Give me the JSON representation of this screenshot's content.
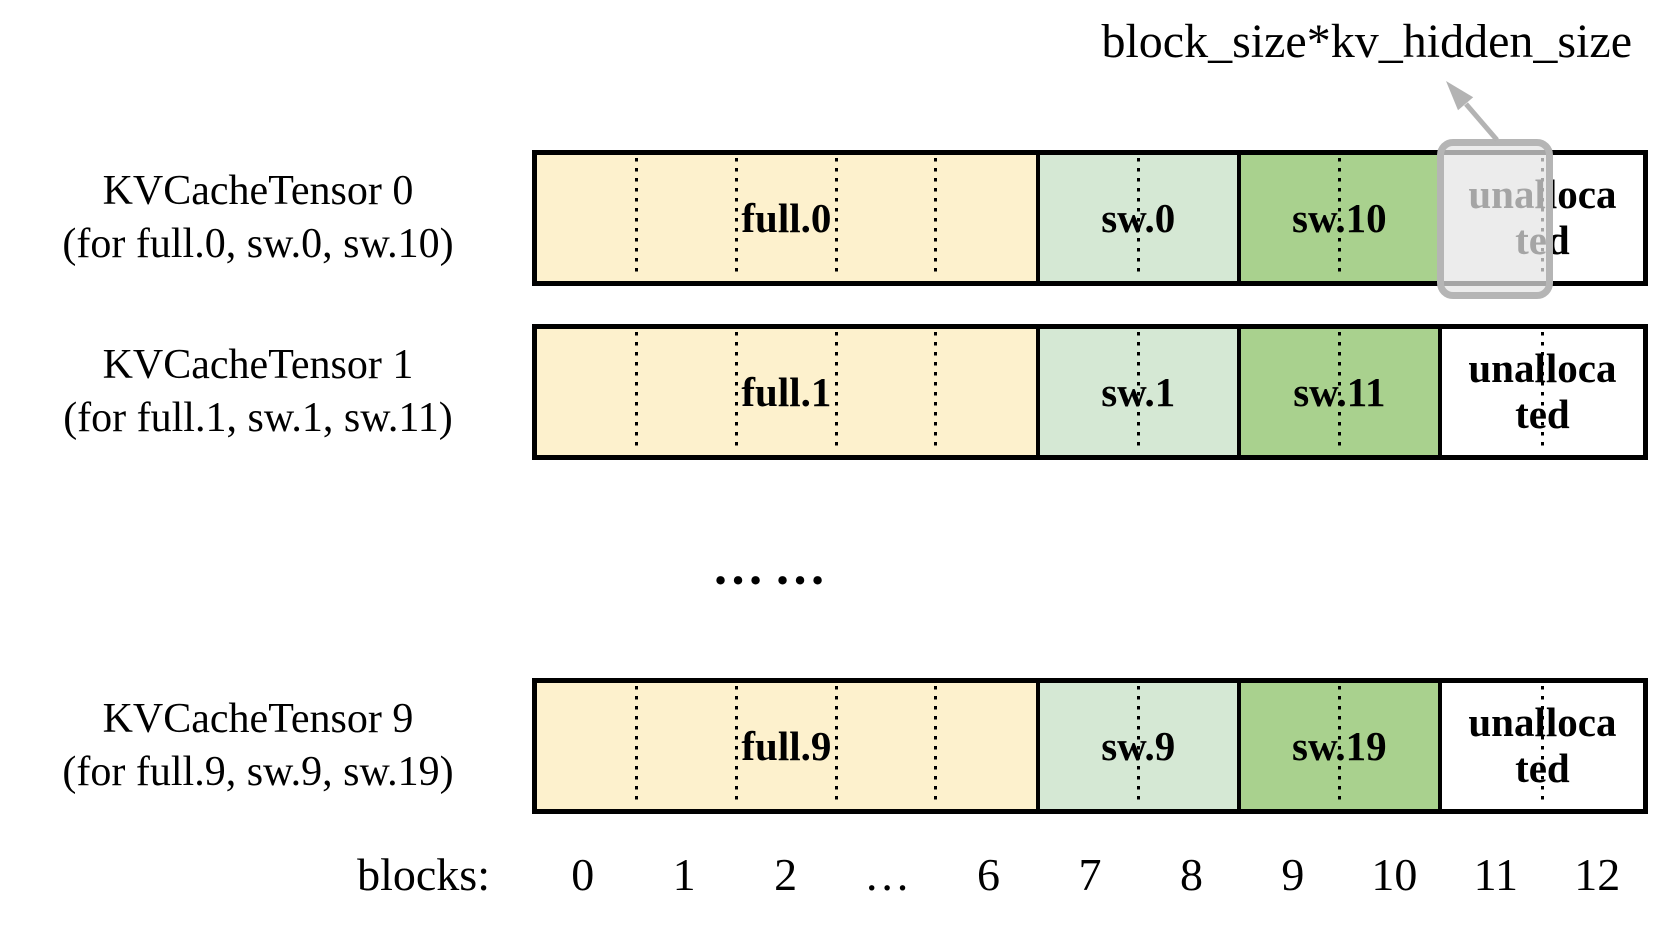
{
  "annotation": {
    "label": "block_size*kv_hidden_size"
  },
  "colors": {
    "full_fill": "#fdf1cd",
    "sw_low_fill": "#d5e8d4",
    "sw_high_fill": "#a9d18e",
    "unallocated_fill": "#ffffff",
    "outline": "#000000",
    "highlight_border": "#b5b5b5",
    "highlight_fill": "rgba(228,228,228,0.72)",
    "arrow": "#b3b3b3"
  },
  "rows": [
    {
      "title": "KVCacheTensor 0",
      "subtitle": "(for full.0, sw.0, sw.10)",
      "highlighted": true,
      "segments": [
        {
          "label": "full.0",
          "cells": 5,
          "color": "full_fill"
        },
        {
          "label": "sw.0",
          "cells": 2,
          "color": "sw_low_fill"
        },
        {
          "label": "sw.10",
          "cells": 2,
          "color": "sw_high_fill"
        },
        {
          "label": "unallocated",
          "cells": 2,
          "color": "unallocated_fill"
        }
      ]
    },
    {
      "title": "KVCacheTensor 1",
      "subtitle": "(for full.1, sw.1, sw.11)",
      "highlighted": false,
      "segments": [
        {
          "label": "full.1",
          "cells": 5,
          "color": "full_fill"
        },
        {
          "label": "sw.1",
          "cells": 2,
          "color": "sw_low_fill"
        },
        {
          "label": "sw.11",
          "cells": 2,
          "color": "sw_high_fill"
        },
        {
          "label": "unallocated",
          "cells": 2,
          "color": "unallocated_fill"
        }
      ]
    },
    {
      "title": "KVCacheTensor 9",
      "subtitle": "(for full.9, sw.9, sw.19)",
      "highlighted": false,
      "segments": [
        {
          "label": "full.9",
          "cells": 5,
          "color": "full_fill"
        },
        {
          "label": "sw.9",
          "cells": 2,
          "color": "sw_low_fill"
        },
        {
          "label": "sw.19",
          "cells": 2,
          "color": "sw_high_fill"
        },
        {
          "label": "unallocated",
          "cells": 2,
          "color": "unallocated_fill"
        }
      ]
    }
  ],
  "ellipsis": "……",
  "axis": {
    "label": "blocks:",
    "ticks": [
      "0",
      "1",
      "2",
      "…",
      "6",
      "7",
      "8",
      "9",
      "10",
      "11",
      "12"
    ]
  }
}
